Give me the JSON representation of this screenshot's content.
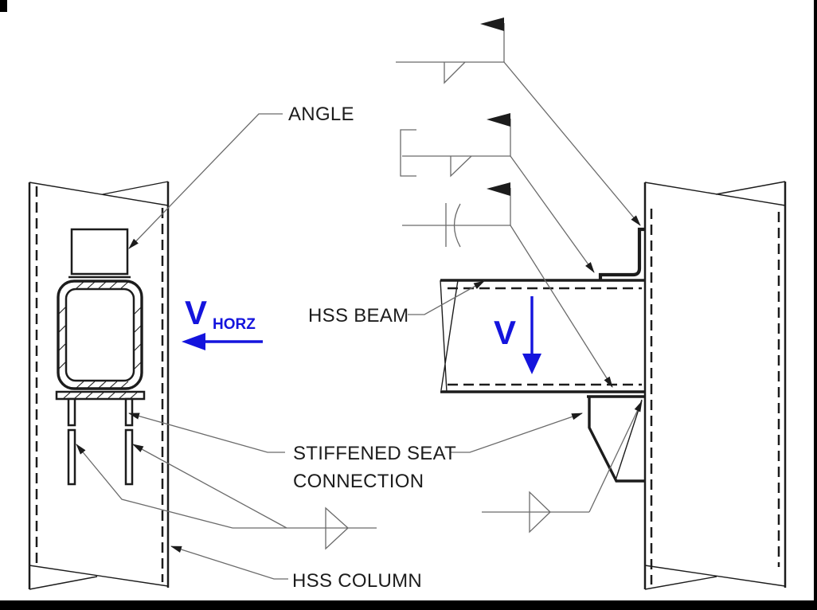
{
  "document": {
    "type": "structural-detail-drawing",
    "description": "HSS beam to HSS column stiffened seat connection detail, section view (left) and elevation view (right)"
  },
  "colors": {
    "line": "#1c1c1c",
    "leader": "#6b6b6b",
    "accent": "#1414dd",
    "frame": "#000000",
    "background": "#ffffff"
  },
  "labels": {
    "angle": "ANGLE",
    "hss_beam": "HSS BEAM",
    "stiffened_seat_line1": "STIFFENED SEAT",
    "stiffened_seat_line2": "CONNECTION",
    "hss_column": "HSS COLUMN"
  },
  "annotations": {
    "v_horz": {
      "symbol": "V",
      "subscript": "HORZ"
    },
    "v_vertical": {
      "symbol": "V"
    }
  },
  "weld_symbols": [
    {
      "name": "fillet-weld-field-symbol-top",
      "features": [
        "fillet-triangle-below-line",
        "field-weld-flag"
      ]
    },
    {
      "name": "fillet-weld-field-symbol-with-bracket",
      "features": [
        "square-bracket",
        "fillet-triangle-below-line",
        "field-weld-flag"
      ]
    },
    {
      "name": "flare-bevel-groove-field-symbol",
      "features": [
        "vertical-bar-with-arc",
        "field-weld-flag"
      ]
    },
    {
      "name": "fillet-weld-symbol-left-view",
      "features": [
        "open-triangle-on-line"
      ]
    },
    {
      "name": "fillet-weld-symbol-right-view",
      "features": [
        "open-triangle-on-line"
      ]
    }
  ]
}
